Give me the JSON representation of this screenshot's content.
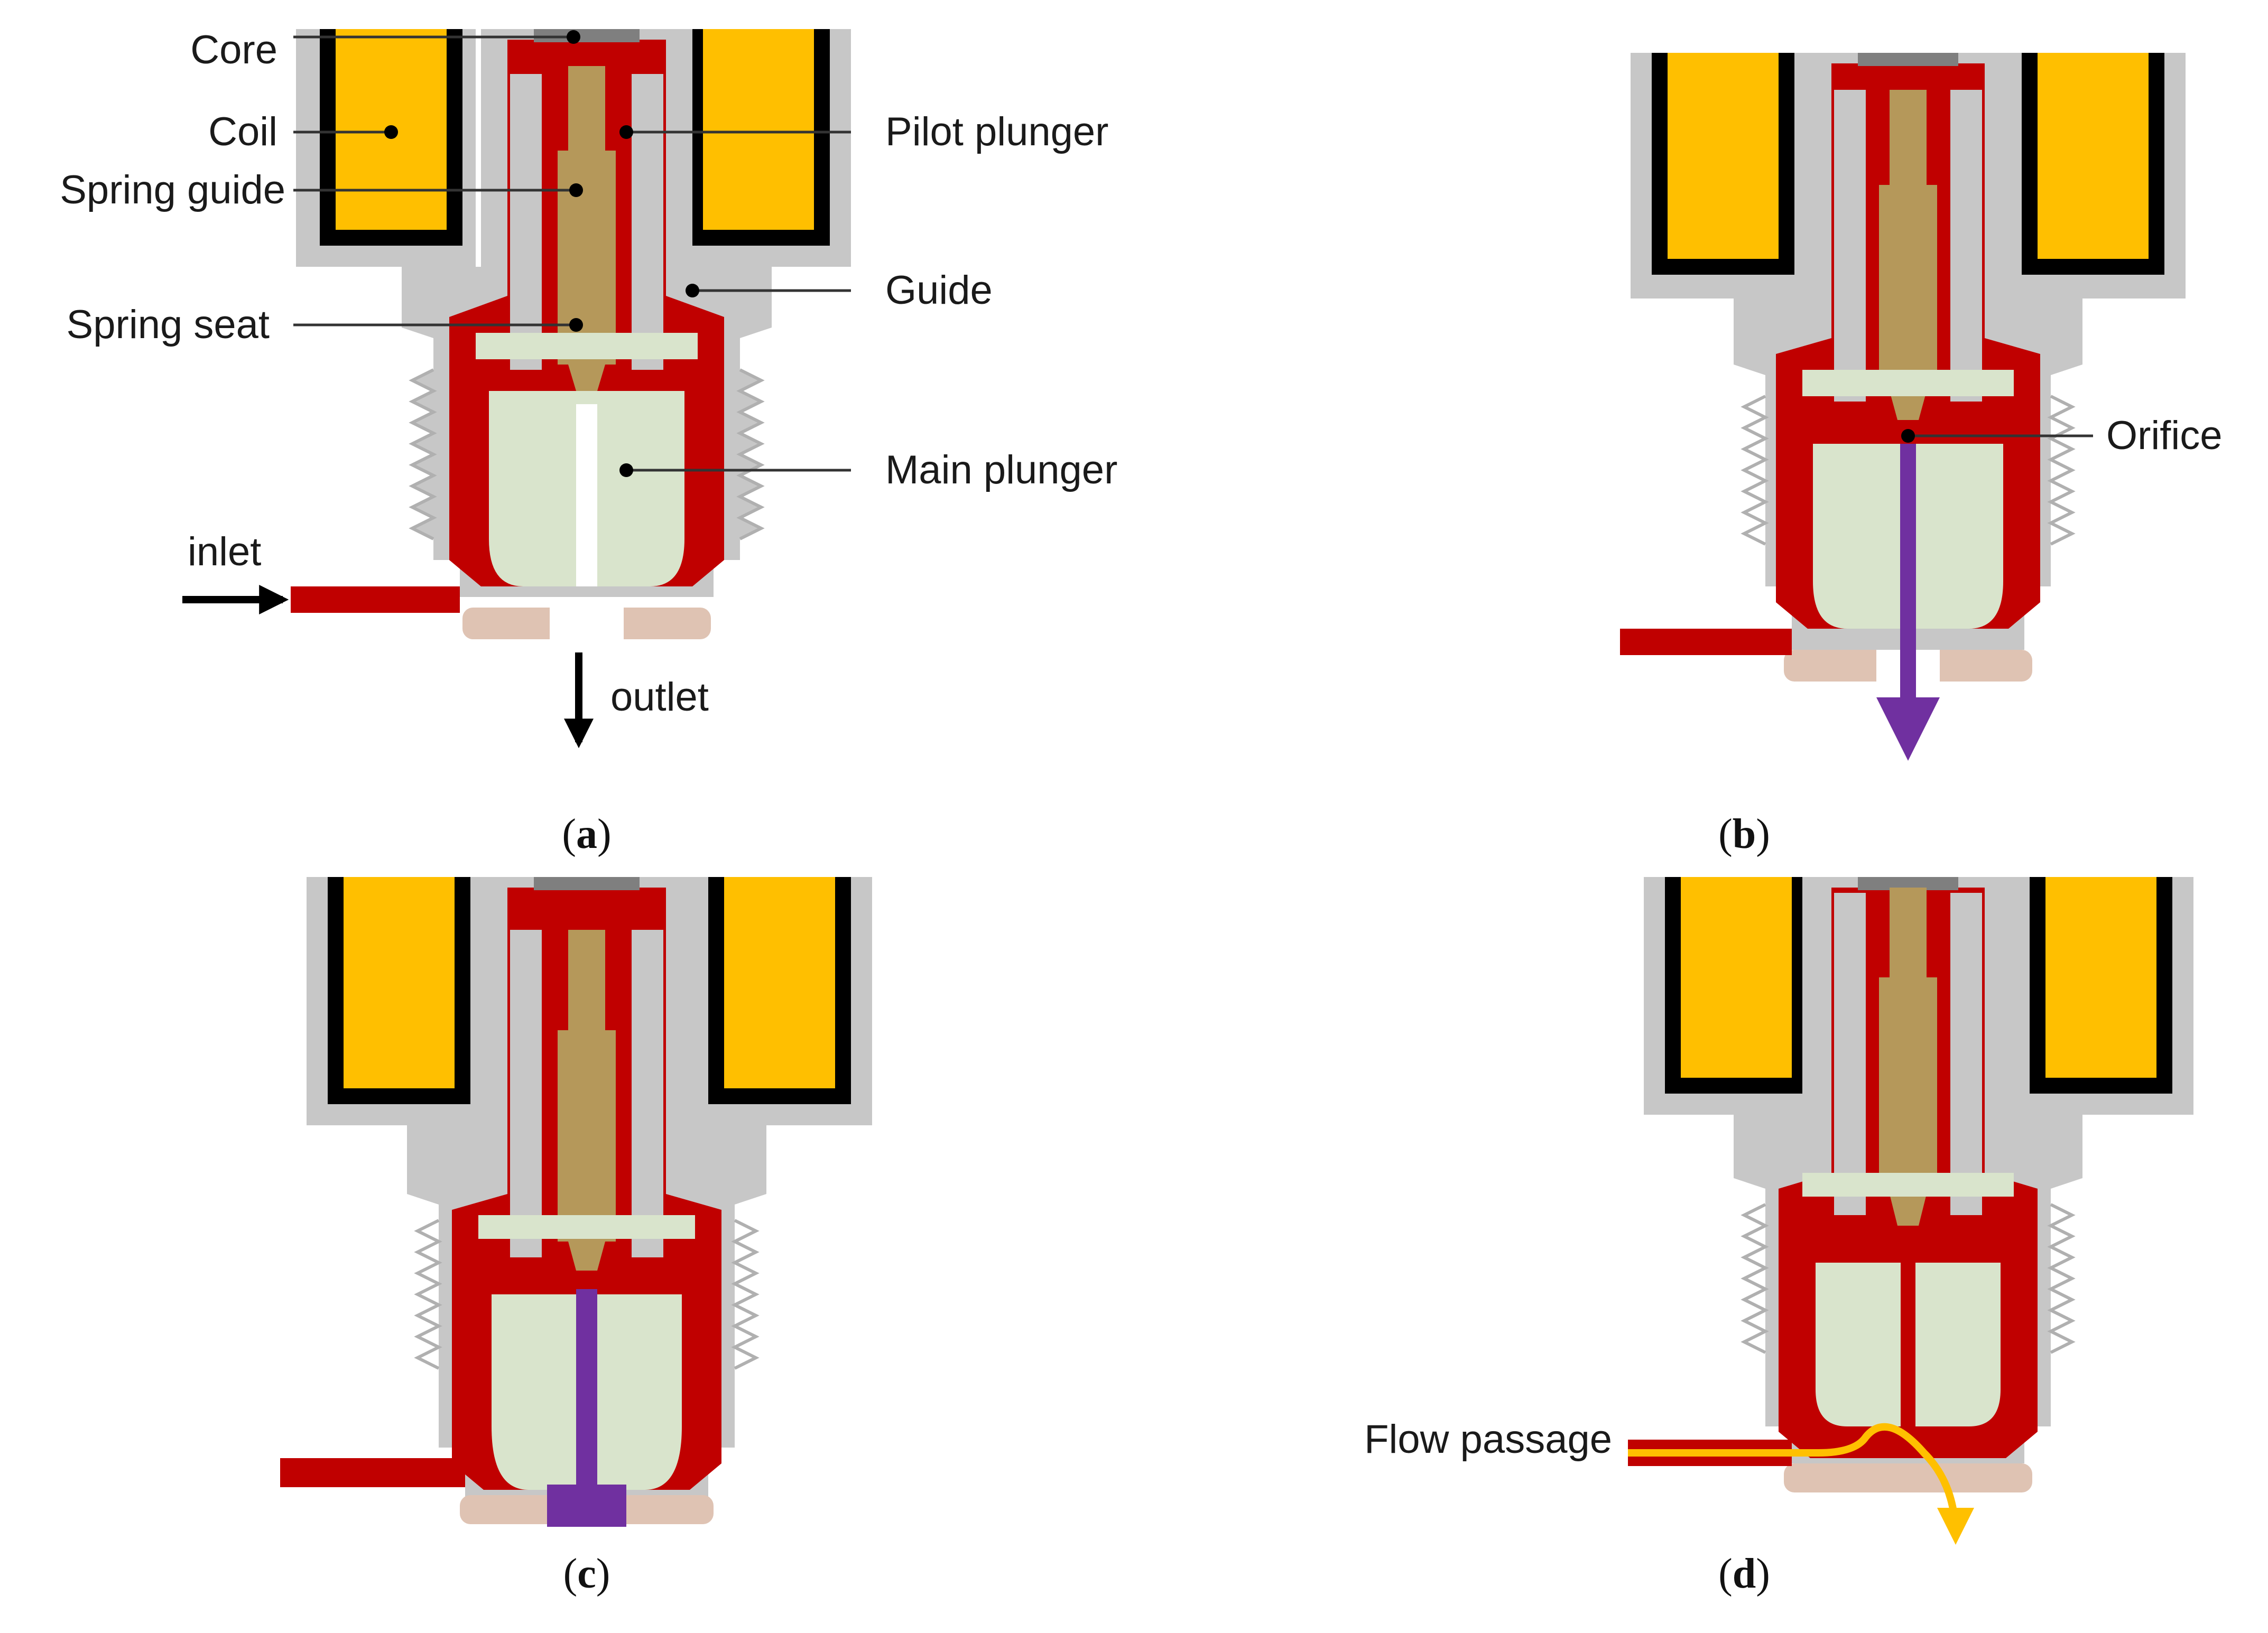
{
  "colors": {
    "housing": "#c7c7c7",
    "coil": "#ffbf00",
    "coil_case": "#000000",
    "fluid": "#c00000",
    "core": "#7f7f7f",
    "spring_guide": "#b5985a",
    "main_plunger": "#d9e4cc",
    "seat": "#dfc3b3",
    "pilot_flow": "#7030a0",
    "passage_flow": "#ffc000",
    "leader": "#333333"
  },
  "panels": [
    {
      "id": "a",
      "caption": "a",
      "labels": {
        "core": "Core",
        "coil": "Coil",
        "spring_guide": "Spring guide",
        "spring_seat": "Spring seat",
        "pilot_plunger": "Pilot plunger",
        "guide": "Guide",
        "main_plunger": "Main plunger",
        "inlet": "inlet",
        "outlet": "outlet"
      }
    },
    {
      "id": "b",
      "caption": "b",
      "labels": {
        "orifice": "Orifice"
      }
    },
    {
      "id": "c",
      "caption": "c",
      "labels": {}
    },
    {
      "id": "d",
      "caption": "d",
      "labels": {
        "flow_passage": "Flow passage"
      }
    }
  ]
}
